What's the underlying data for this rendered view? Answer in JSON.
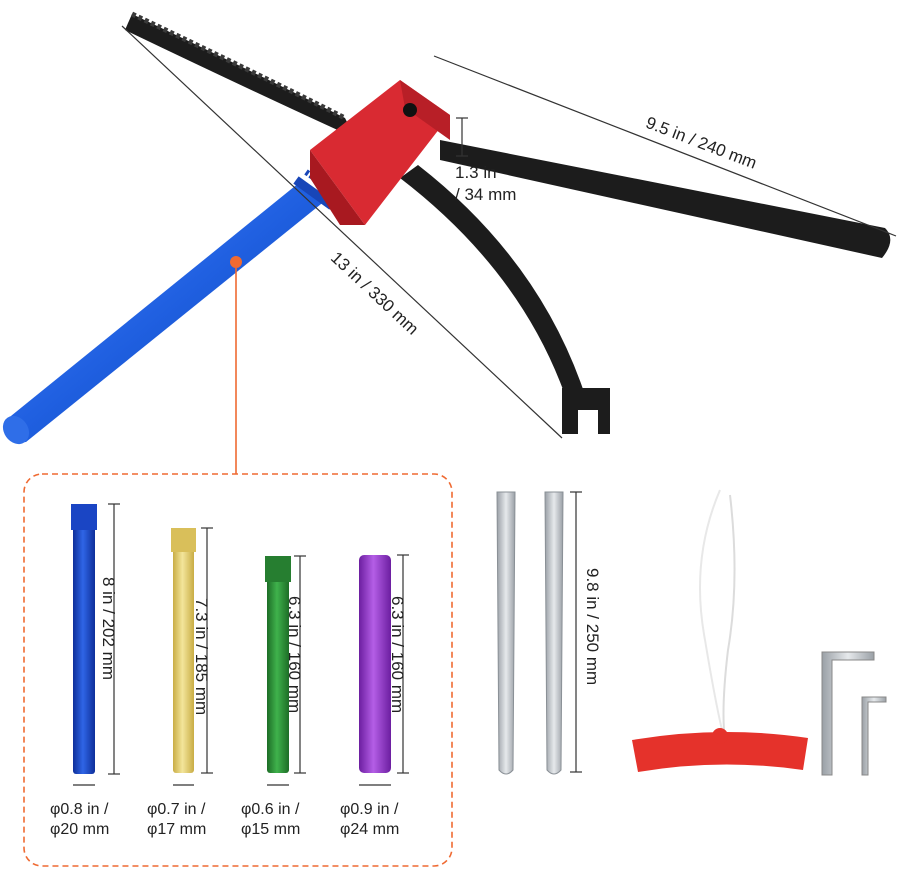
{
  "main_tool": {
    "dim_arm": "9.5 in / 240 mm",
    "dim_block_line1": "1.3 in",
    "dim_block_line2": "/ 34 mm",
    "dim_overall": "13 in / 330 mm"
  },
  "bars": [
    {
      "name": "blue",
      "length": "8 in / 202 mm",
      "diam1": "φ0.8 in /",
      "diam2": "φ20 mm",
      "color": "#1f4fd1"
    },
    {
      "name": "gold",
      "length": "7.3 in / 185 mm",
      "diam1": "φ0.7 in /",
      "diam2": "φ17 mm",
      "color": "#e6d27a"
    },
    {
      "name": "green",
      "length": "6.3 in / 160 mm",
      "diam1": "φ0.6 in /",
      "diam2": "φ15 mm",
      "color": "#2e9a3a"
    },
    {
      "name": "purple",
      "length": "6.3 in / 160 mm",
      "diam1": "φ0.9 in /",
      "diam2": "φ24 mm",
      "color": "#8a2fc0"
    }
  ],
  "levers": {
    "length": "9.8 in / 250 mm"
  },
  "colors": {
    "clamp_block": "#d92a32",
    "rubber": "#1c1c1c",
    "handle": "#1f5fe0",
    "callout_border": "#ef6a32",
    "rim_protector": "#e5322b"
  }
}
